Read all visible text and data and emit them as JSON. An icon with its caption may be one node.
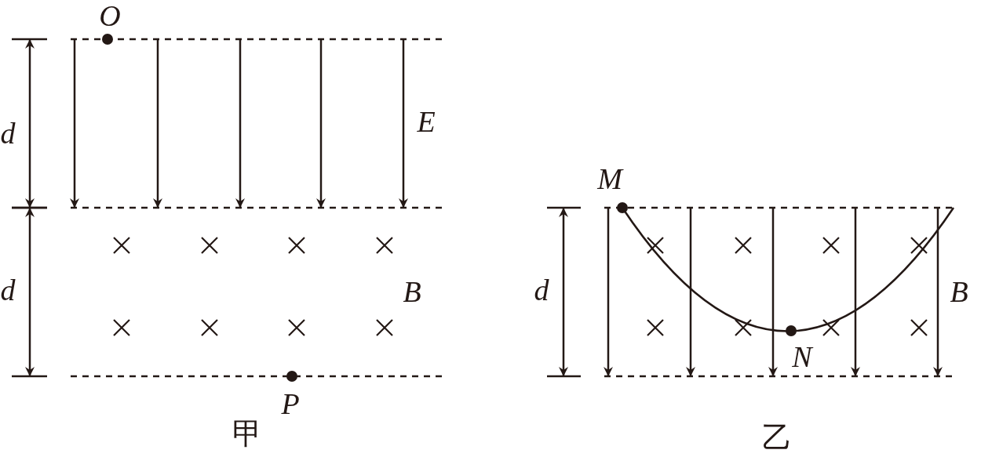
{
  "diagram": {
    "labels": [
      "O",
      "d",
      "E",
      "d",
      "B",
      "P",
      "甲",
      "M",
      "d",
      "B",
      "N",
      "乙"
    ]
  }
}
